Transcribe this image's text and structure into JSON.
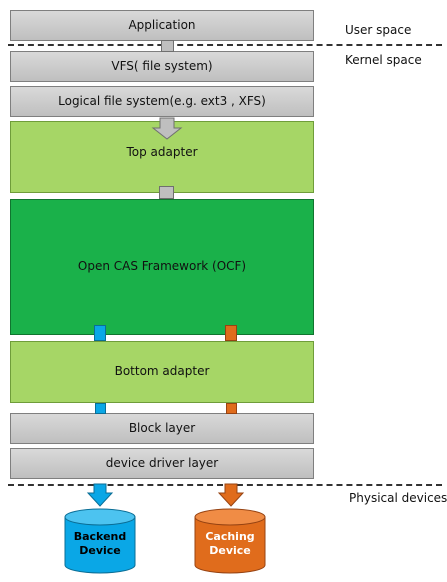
{
  "regions": {
    "user_space": "User space",
    "kernel_space": "Kernel space",
    "physical_devices": "Physical devices"
  },
  "layers": {
    "application": "Application",
    "vfs": "VFS( file system)",
    "logical_fs": "Logical file system(e.g. ext3 , XFS)",
    "top_adapter": "Top adapter",
    "ocf": "Open CAS Framework (OCF)",
    "bottom_adapter": "Bottom adapter",
    "block_layer": "Block layer",
    "device_driver": "device driver layer"
  },
  "devices": {
    "backend_line1": "Backend",
    "backend_line2": "Device",
    "caching_line1": "Caching",
    "caching_line2": "Device"
  },
  "colors": {
    "gray_layer": "#bfbfbf",
    "adapter_green": "#a6d666",
    "ocf_green": "#1ab14a",
    "backend_blue": "#0aa7e6",
    "caching_orange": "#e06c1c"
  }
}
